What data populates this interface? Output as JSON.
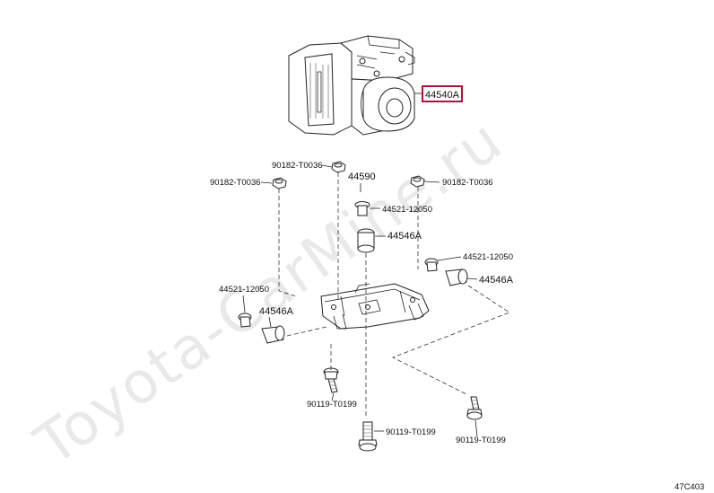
{
  "watermark": "Toyota-CarMine.ru",
  "figure_code": "47C403",
  "highlight_color": "#b0123a",
  "labels": {
    "abs_unit": "44540A",
    "nut_top_center": "90182-T0036",
    "nut_left": "90182-T0036",
    "nut_right": "90182-T0036",
    "part_44590": "44590",
    "bolt_top": "44521-12050",
    "cushion_top": "44546A",
    "bolt_right": "44521-12050",
    "cushion_right": "44546A",
    "bolt_left": "44521-12050",
    "cushion_left": "44546A",
    "screw_left": "90119-T0199",
    "screw_center": "90119-T0199",
    "screw_right": "90119-T0199"
  }
}
